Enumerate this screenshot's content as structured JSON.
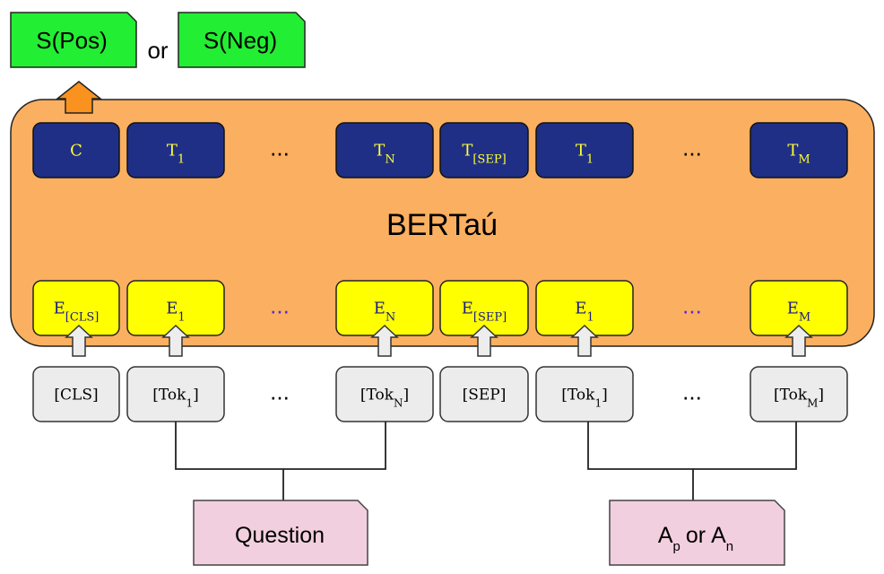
{
  "outputs": {
    "pos": "S(Pos)",
    "or": "or",
    "neg": "S(Neg)"
  },
  "model": {
    "name": "BERTaú"
  },
  "top_row": [
    {
      "main": "C",
      "sub": ""
    },
    {
      "main": "T",
      "sub": "1"
    },
    {
      "main": "...",
      "sub": ""
    },
    {
      "main": "T",
      "sub": "N"
    },
    {
      "main": "T",
      "sub": "[SEP]"
    },
    {
      "main": "T",
      "sub": "1"
    },
    {
      "main": "...",
      "sub": ""
    },
    {
      "main": "T",
      "sub": "M"
    }
  ],
  "embed_row": [
    {
      "main": "E",
      "sub": "[CLS]"
    },
    {
      "main": "E",
      "sub": "1"
    },
    {
      "main": "...",
      "sub": ""
    },
    {
      "main": "E",
      "sub": "N"
    },
    {
      "main": "E",
      "sub": "[SEP]"
    },
    {
      "main": "E",
      "sub": "1"
    },
    {
      "main": "...",
      "sub": ""
    },
    {
      "main": "E",
      "sub": "M"
    }
  ],
  "token_row": [
    {
      "main": "[CLS]",
      "sub": "",
      "close": ""
    },
    {
      "main": "[Tok",
      "sub": "1",
      "close": "]"
    },
    {
      "main": "...",
      "sub": "",
      "close": ""
    },
    {
      "main": "[Tok",
      "sub": "N",
      "close": "]"
    },
    {
      "main": "[SEP]",
      "sub": "",
      "close": ""
    },
    {
      "main": "[Tok",
      "sub": "1",
      "close": "]"
    },
    {
      "main": "...",
      "sub": "",
      "close": ""
    },
    {
      "main": "[Tok",
      "sub": "M",
      "close": "]"
    }
  ],
  "inputs": {
    "question": "Question",
    "answer": {
      "a1": "A",
      "s1": "p",
      "or": "or",
      "a2": "A",
      "s2": "n"
    }
  },
  "colors": {
    "output_box": "#22ee33",
    "model_box": "#fbb061",
    "top_box": "#1f2f86",
    "top_text": "#ffff33",
    "embed_box": "#ffff00",
    "embed_text": "#1a1a8a",
    "token_box": "#ececec",
    "input_box": "#f2cfdf",
    "up_arrow": "#f9921e"
  }
}
